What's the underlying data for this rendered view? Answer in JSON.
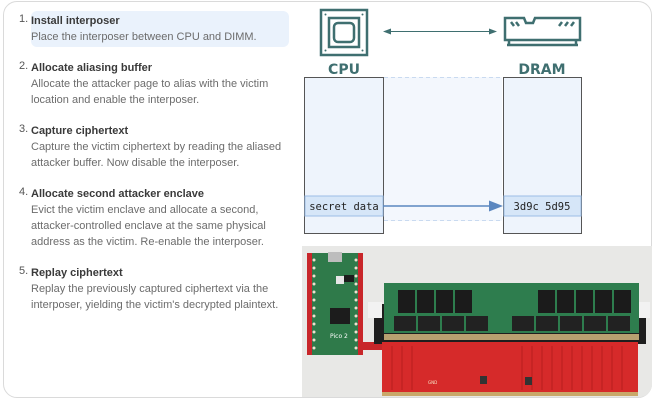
{
  "steps": [
    {
      "num": "1.",
      "title": "Install interposer",
      "body": [
        "Place the interposer between CPU and DIMM."
      ],
      "active": true
    },
    {
      "num": "2.",
      "title": "Allocate aliasing buffer",
      "body": [
        "Allocate the attacker page to alias with the victim",
        "location and enable the interposer."
      ]
    },
    {
      "num": "3.",
      "title": "Capture ciphertext",
      "body": [
        "Capture the victim ciphertext by reading the aliased",
        "attacker buffer. Now disable the interposer."
      ]
    },
    {
      "num": "4.",
      "title": "Allocate second attacker enclave",
      "body": [
        "Evict the victim enclave and allocate a second,",
        "attacker-controlled enclave at the same physical",
        "address as the victim. Re-enable the interposer."
      ]
    },
    {
      "num": "5.",
      "title": "Replay ciphertext",
      "body": [
        "Replay the previously captured ciphertext via the",
        "interposer, yielding the victim's decrypted plaintext."
      ]
    }
  ],
  "diagram": {
    "cpu_label": "CPU",
    "dram_label": "DRAM",
    "cpu_cell": "secret data",
    "dram_cell": "3d9c 5d95",
    "colors": {
      "icon": "#3f6f70",
      "box_fill": "#eef4fc",
      "cell_fill": "#d6e6f8",
      "cell_border": "#9cbde6",
      "arrow": "#5b87c0"
    }
  },
  "photo": {
    "board_label": "Pico 2",
    "gnd_label": "GND"
  }
}
